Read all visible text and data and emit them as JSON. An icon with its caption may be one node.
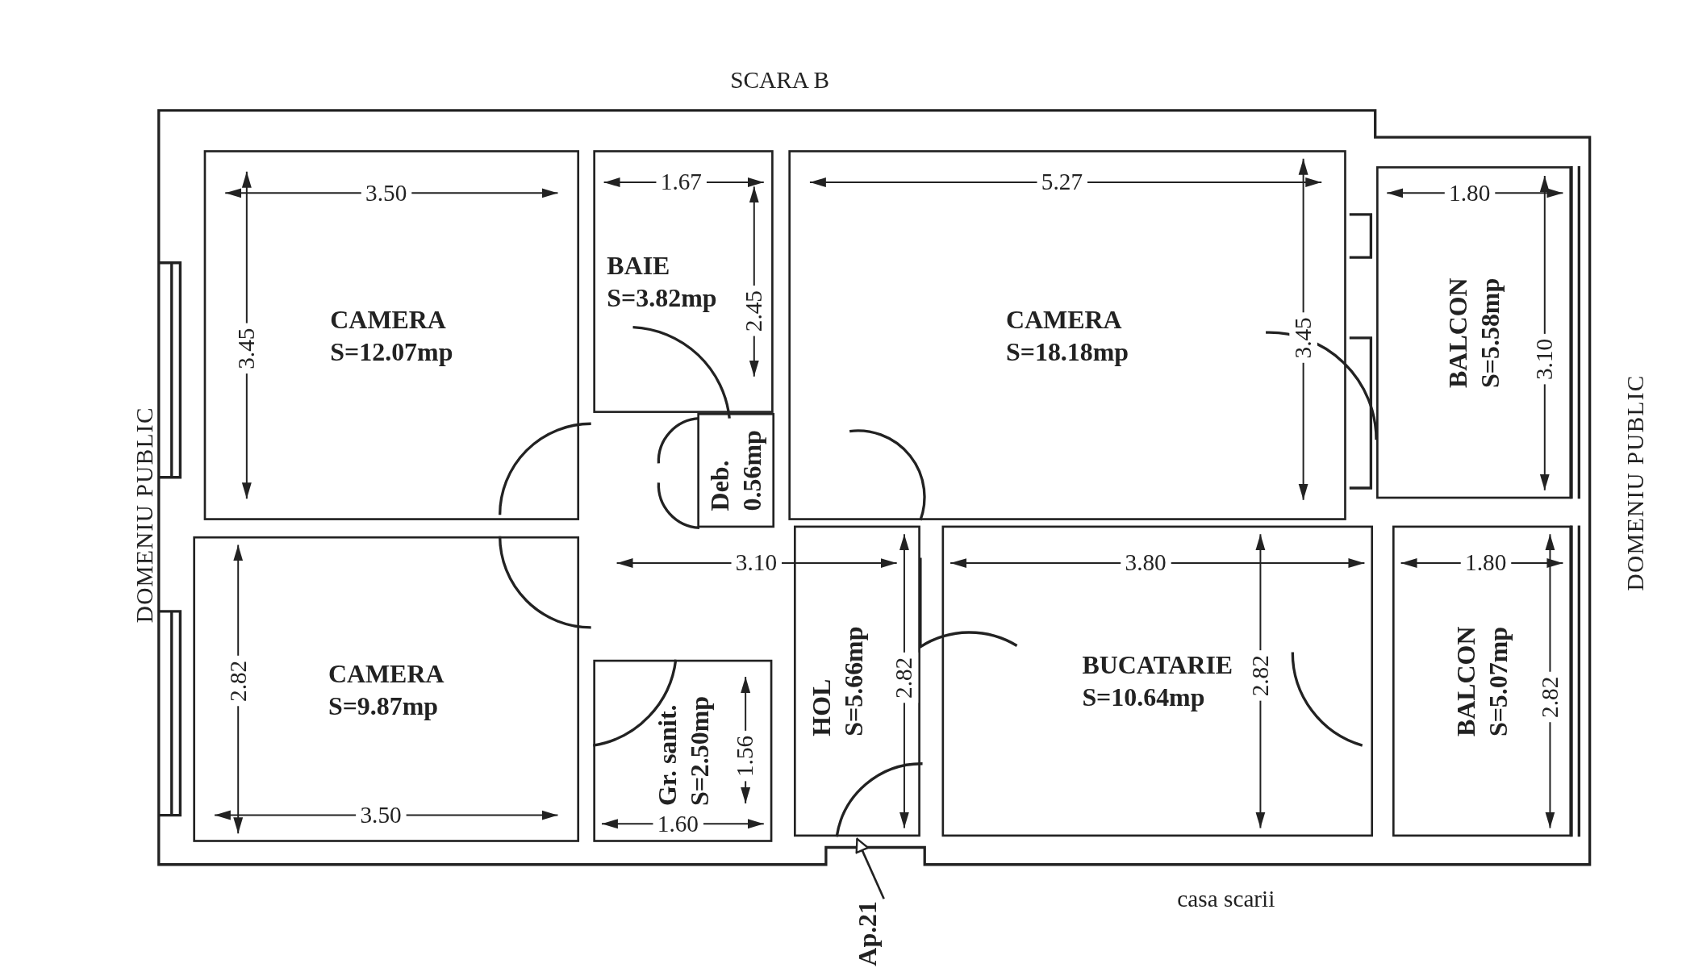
{
  "diagram": {
    "nodes": [
      {
        "text": [
          "CAMERA",
          "S=12.07mp"
        ]
      },
      {
        "text": [
          "BAIE",
          "S=3.82mp"
        ]
      },
      {
        "text": [
          "Deb.",
          "0.56mp"
        ]
      },
      {
        "text": [
          "CAMERA",
          "S=18.18mp"
        ]
      },
      {
        "text": [
          "BALCON",
          "S=5.58mp"
        ]
      },
      {
        "text": [
          "CAMERA",
          "S=9.87mp"
        ]
      },
      {
        "text": [
          "Gr. sanit.",
          "S=2.50mp"
        ]
      },
      {
        "text": [
          "HOL",
          "S=5.66mp"
        ]
      },
      {
        "text": [
          "BUCATARIE",
          "S=10.64mp"
        ]
      },
      {
        "text": [
          "BALCON",
          "S=5.07mp"
        ]
      },
      {
        "text": [
          "Ap.21"
        ]
      }
    ],
    "edges": [
      {
        "from": 10,
        "to": 7,
        "arrow": "to"
      }
    ],
    "labels": [
      "SCARA B",
      "3.50",
      "1.67",
      "5.27",
      "1.80",
      "3.45",
      "2.45",
      "3.45",
      "3.10",
      "DOMENIU PUBLIC",
      "DOMENIU PUBLIC",
      "3.10",
      "3.80",
      "1.80",
      "2.82",
      "2.82",
      "2.82",
      "1.56",
      "2.82",
      "3.50",
      "1.60",
      "casa scarii"
    ]
  }
}
